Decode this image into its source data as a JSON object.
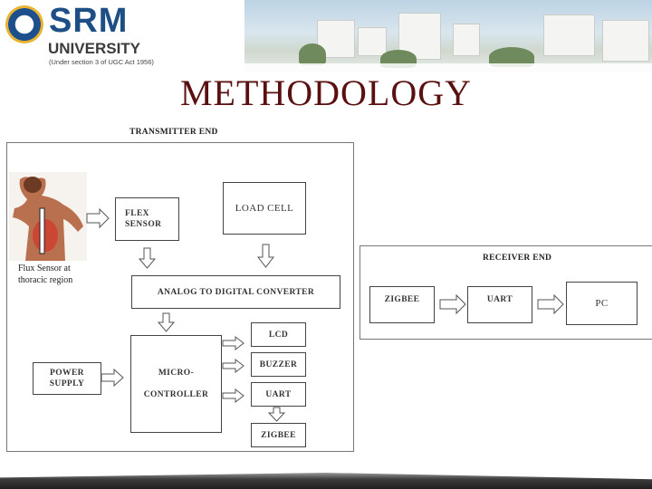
{
  "header": {
    "logo_name": "SRM",
    "logo_university": "UNIVERSITY",
    "logo_subtitle": "(Under section 3 of UGC Act 1956)"
  },
  "slide": {
    "title": "METHODOLOGY"
  },
  "transmitter": {
    "heading": "TRANSMITTER END",
    "photo_caption_line1": "Flux Sensor at",
    "photo_caption_line2": "thoracic region",
    "flex_sensor": "FLEX\nSENSOR",
    "load_cell": "LOAD CELL",
    "adc": "ANALOG TO DIGITAL CONVERTER",
    "power_supply": "POWER\nSUPPLY",
    "microcontroller": "MICRO-\n\nCONTROLLER",
    "lcd": "LCD",
    "buzzer": "BUZZER",
    "uart": "UART",
    "zigbee": "ZIGBEE"
  },
  "receiver": {
    "heading": "RECEIVER END",
    "zigbee": "ZIGBEE",
    "uart": "UART",
    "pc": "PC"
  },
  "colors": {
    "title": "#5a1010",
    "logo_blue": "#1d4f86",
    "box_border": "#444444"
  }
}
